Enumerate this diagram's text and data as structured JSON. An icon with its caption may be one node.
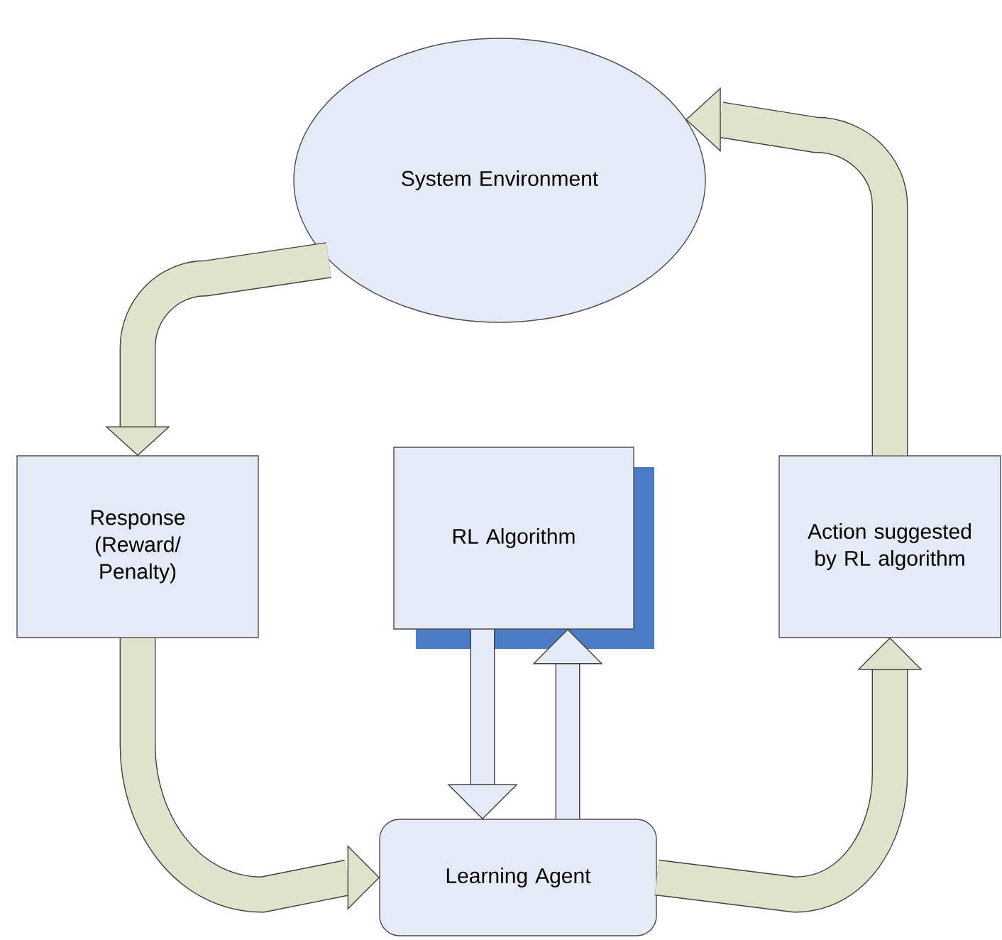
{
  "diagram": {
    "nodes": [
      {
        "text": [
          "System Environment"
        ]
      },
      {
        "text": [
          "Response (Reward/ Penalty)"
        ]
      },
      {
        "text": [
          "RL Algorithm"
        ]
      },
      {
        "text": [
          "Action suggested by RL algorithm"
        ]
      },
      {
        "text": [
          "Learning Agent"
        ]
      }
    ],
    "edges": [
      {
        "from": 0,
        "to": 1,
        "arrow": "to"
      },
      {
        "from": 1,
        "to": 4,
        "arrow": "to"
      },
      {
        "from": 4,
        "to": 3,
        "arrow": "to"
      },
      {
        "from": 3,
        "to": 0,
        "arrow": "to"
      },
      {
        "from": 2,
        "to": 4,
        "arrow": "to"
      },
      {
        "from": 4,
        "to": 2,
        "arrow": "to"
      }
    ]
  }
}
